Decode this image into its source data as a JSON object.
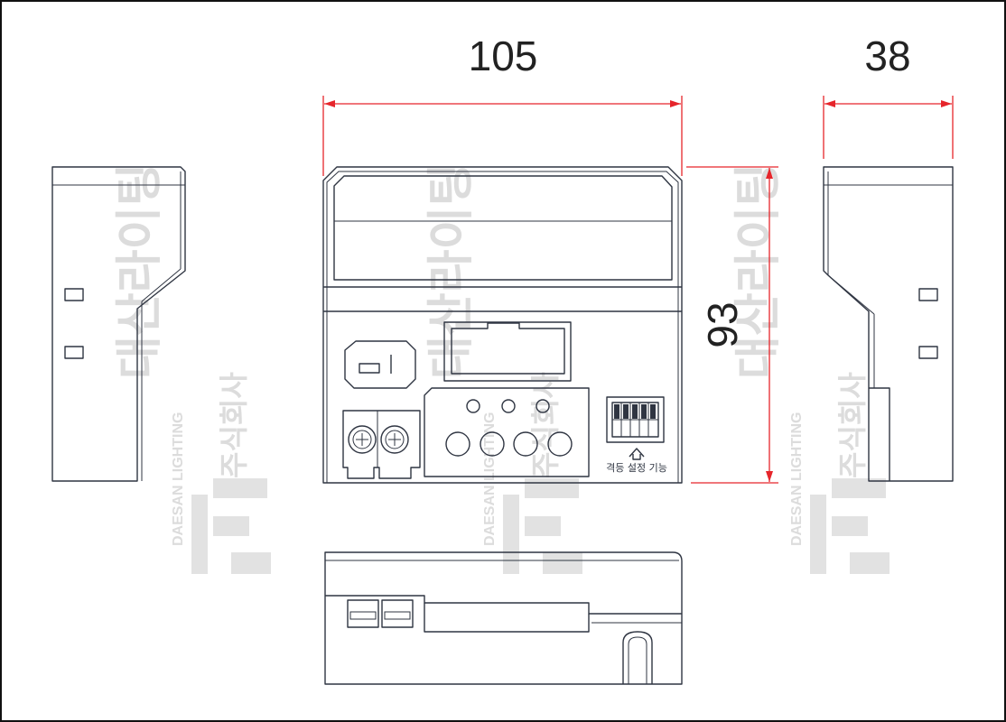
{
  "dimensions": {
    "width_label": "105",
    "depth_label": "38",
    "height_label": "93"
  },
  "front_panel": {
    "switch_caption": "격등 설정 기능"
  },
  "watermark": {
    "company_prefix": "주식회사",
    "company_name": "대산라이팅",
    "company_english": "DAESAN LIGHTING"
  },
  "colors": {
    "dimension_lines": "#e6252b",
    "outline": "#2f3542",
    "watermark": "#dcdcdc"
  }
}
